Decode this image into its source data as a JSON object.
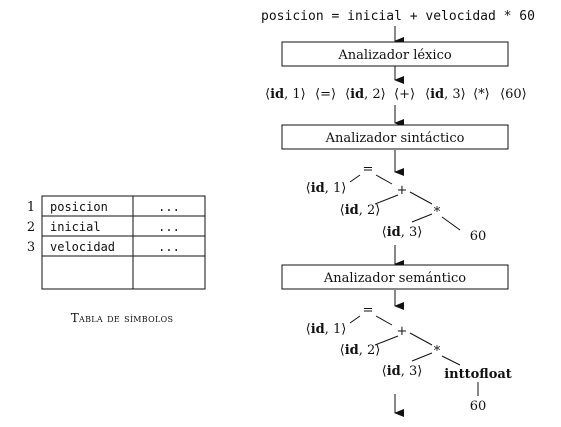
{
  "source_statement": "posicion = inicial + velocidad * 60",
  "phases": [
    {
      "label": "Analizador léxico"
    },
    {
      "label": "Analizador sintáctico"
    },
    {
      "label": "Analizador semántico"
    }
  ],
  "token_stream": {
    "tokens": [
      {
        "name": "id",
        "attr": "1"
      },
      {
        "name": "=",
        "attr": ""
      },
      {
        "name": "id",
        "attr": "2"
      },
      {
        "name": "+",
        "attr": ""
      },
      {
        "name": "id",
        "attr": "3"
      },
      {
        "name": "*",
        "attr": ""
      },
      {
        "name": "60",
        "attr": ""
      }
    ]
  },
  "syntax_tree": {
    "nodes": [
      {
        "label": "="
      },
      {
        "label": "⟨id, 1⟩"
      },
      {
        "label": "+"
      },
      {
        "label": "⟨id, 2⟩"
      },
      {
        "label": "*"
      },
      {
        "label": "⟨id, 3⟩"
      },
      {
        "label": "60"
      }
    ]
  },
  "semantic_tree": {
    "nodes": [
      {
        "label": "="
      },
      {
        "label": "⟨id, 1⟩"
      },
      {
        "label": "+"
      },
      {
        "label": "⟨id, 2⟩"
      },
      {
        "label": "*"
      },
      {
        "label": "⟨id, 3⟩"
      },
      {
        "label": "inttofloat"
      },
      {
        "label": "60"
      }
    ]
  },
  "symbol_table": {
    "caption": "Tabla de símbolos",
    "rows": [
      {
        "index": "1",
        "name": "posicion",
        "info": "..."
      },
      {
        "index": "2",
        "name": "inicial",
        "info": "..."
      },
      {
        "index": "3",
        "name": "velocidad",
        "info": "..."
      },
      {
        "index": "",
        "name": "",
        "info": ""
      }
    ]
  }
}
